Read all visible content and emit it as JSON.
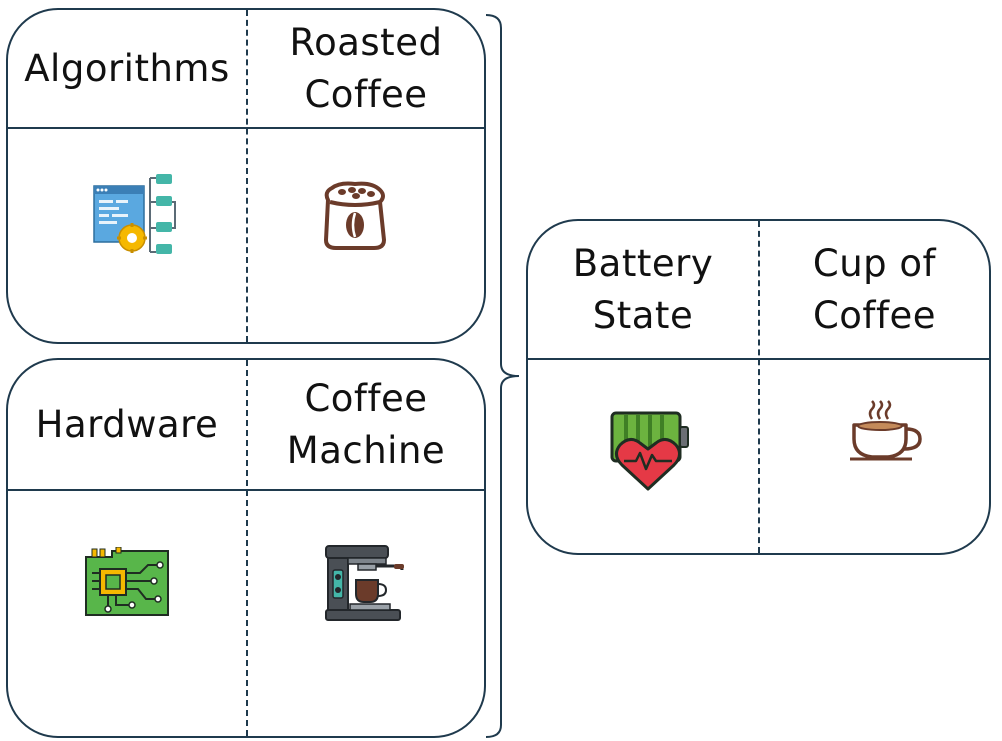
{
  "cards": {
    "algorithms": {
      "left_label": "Algorithms",
      "right_label": "Roasted\nCoffee",
      "left_icon": "algorithm-flowchart-icon",
      "right_icon": "coffee-bean-sack-icon"
    },
    "hardware": {
      "left_label": "Hardware",
      "right_label": "Coffee\nMachine",
      "left_icon": "circuit-board-icon",
      "right_icon": "espresso-machine-icon"
    },
    "battery": {
      "left_label": "Battery\nState",
      "right_label": "Cup of\nCoffee",
      "left_icon": "battery-heart-icon",
      "right_icon": "coffee-cup-icon"
    }
  },
  "colors": {
    "border": "#1f3a4d",
    "text": "#111111",
    "coffee_brown": "#6b3b2a",
    "battery_green": "#6cb33f",
    "heart_red": "#e53946",
    "board_green": "#58b64a",
    "teal": "#44b6a8",
    "gear_yellow": "#f5b800",
    "window_blue": "#5aa8e0"
  }
}
